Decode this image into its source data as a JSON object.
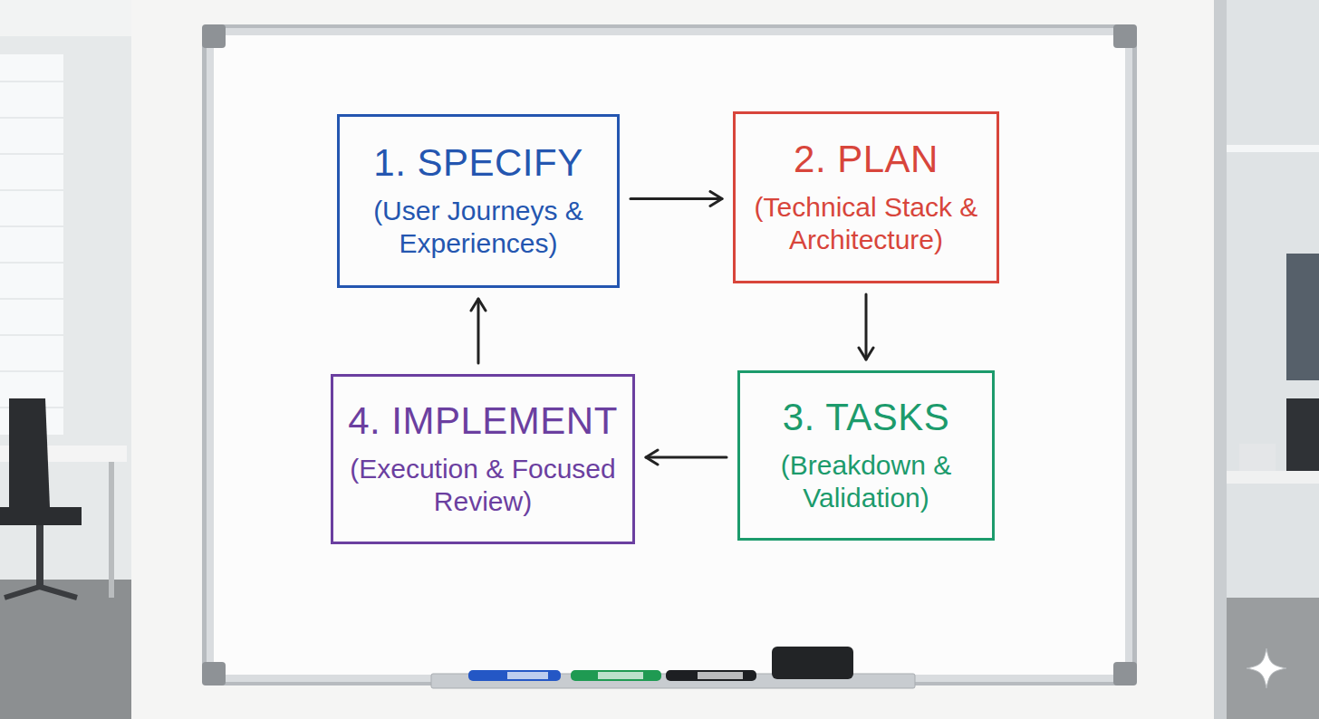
{
  "diagram": {
    "nodes": [
      {
        "text": [
          "1. SPECIFY",
          "(User Journeys & Experiences)"
        ]
      },
      {
        "text": [
          "2. PLAN",
          "(Technical Stack & Architecture)"
        ]
      },
      {
        "text": [
          "4. IMPLEMENT",
          "(Execution & Focused Review)"
        ]
      },
      {
        "text": [
          "3. TASKS",
          "(Breakdown & Validation)"
        ]
      }
    ],
    "edges": [
      {
        "from": 0,
        "to": 1,
        "arrow": "to"
      },
      {
        "from": 1,
        "to": 3,
        "arrow": "to"
      },
      {
        "from": 3,
        "to": 2,
        "arrow": "to"
      },
      {
        "from": 2,
        "to": 0,
        "arrow": "to"
      }
    ]
  }
}
